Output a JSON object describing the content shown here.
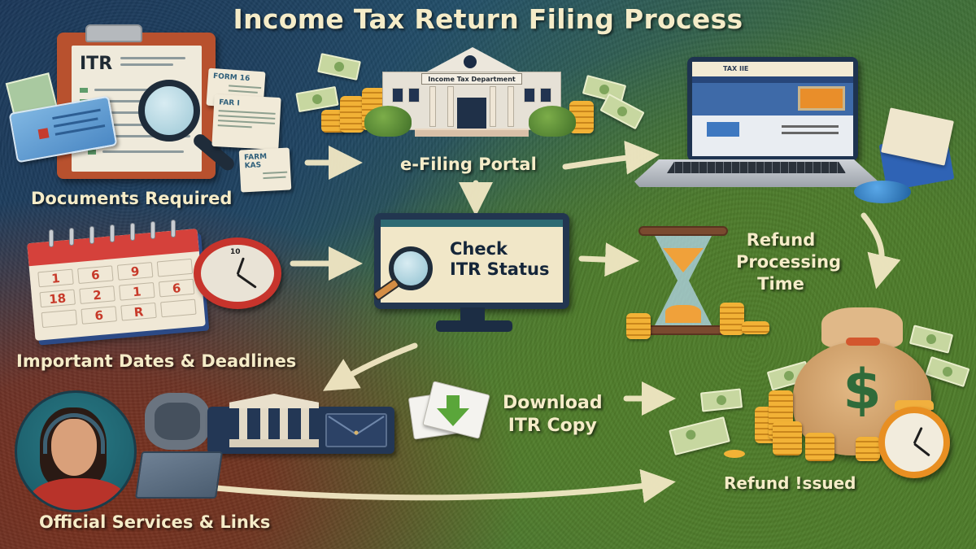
{
  "title": "Income Tax Return Filing Process",
  "steps": {
    "documents": {
      "label": "Documents Required",
      "clipboard_heading": "ITR",
      "forms": [
        "FORM 16",
        "FAR I",
        "FARM KAS"
      ]
    },
    "portal": {
      "label": "e-Filing Portal",
      "building_sign": "Income Tax Department",
      "laptop_site_name": "TAX IIE"
    },
    "dates": {
      "label": "Important Dates & Deadlines",
      "calendar_numbers": [
        "1",
        "6",
        "9",
        "",
        "18",
        "2",
        "1",
        "6",
        "",
        "6",
        "R",
        ""
      ],
      "clock_top_numeral": "10"
    },
    "status": {
      "line1": "Check",
      "line2": "ITR Status"
    },
    "processing": {
      "line1": "Refund",
      "line2": "Processing",
      "line3": "Time"
    },
    "services": {
      "label": "Official Services & Links"
    },
    "download": {
      "line1": "Download",
      "line2": "ITR Copy"
    },
    "refund": {
      "label": "Refund !ssued",
      "bag_symbol": "$"
    }
  },
  "colors": {
    "label_text": "#f5ecc8",
    "arrow": "#f2e8c4",
    "bg_top_left": "#1b3558",
    "bg_bottom_left": "#7a2e1c",
    "bg_right": "#4d7a2a",
    "calendar_red": "#d5413b",
    "coin_gold": "#f2b236"
  },
  "icons": [
    "clipboard-icon",
    "magnifier-icon",
    "id-card-icon",
    "building-icon",
    "laptop-icon",
    "calendar-icon",
    "clock-icon",
    "monitor-icon",
    "hourglass-icon",
    "headset-agent-icon",
    "bank-icon",
    "envelope-icon",
    "download-icon",
    "money-bag-icon",
    "alarm-clock-icon",
    "coin-stack-icon"
  ]
}
